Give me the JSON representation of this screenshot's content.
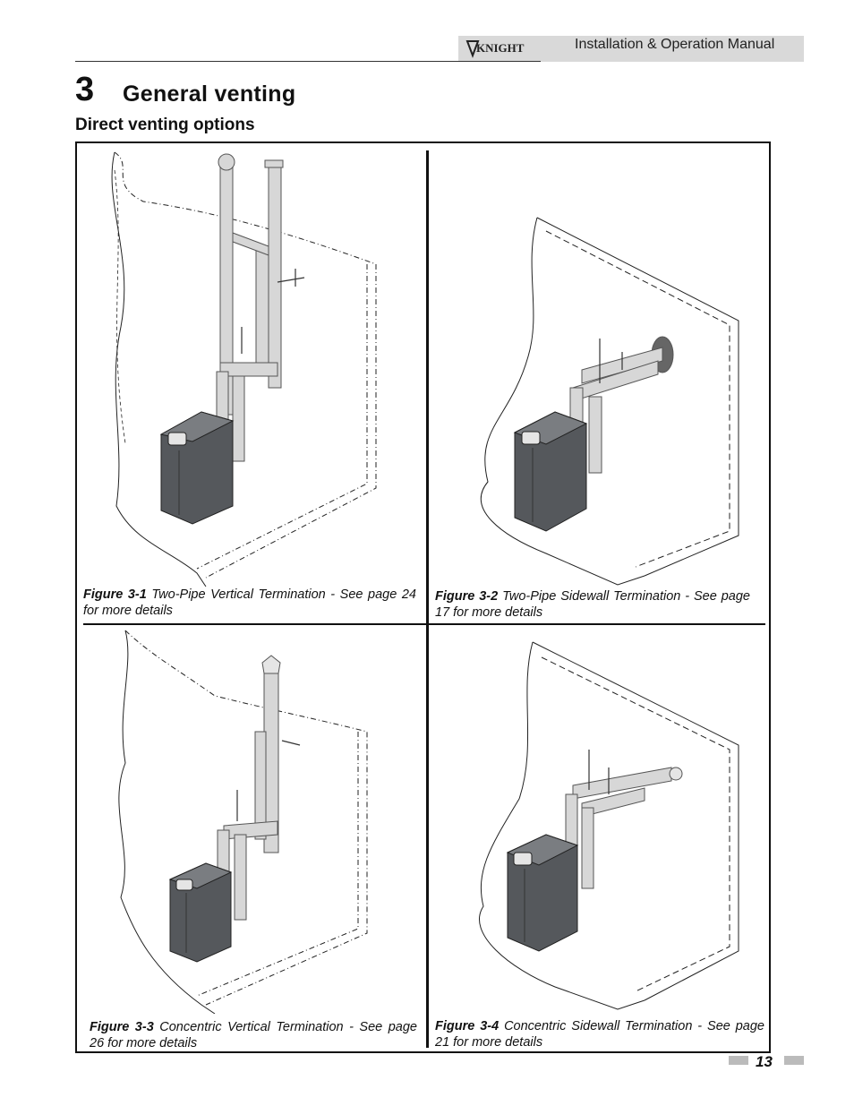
{
  "header": {
    "brand": "KNIGHT",
    "manual_title": "Installation & Operation Manual"
  },
  "chapter": {
    "number": "3",
    "title": "General  venting"
  },
  "section": {
    "title": "Direct venting options"
  },
  "figures": [
    {
      "label": "Figure 3-1",
      "caption": " Two-Pipe Vertical Termination - See page 24 for more details"
    },
    {
      "label": "Figure 3-2",
      "caption": " Two-Pipe Sidewall Termination - See page 17 for more details"
    },
    {
      "label": "Figure 3-3",
      "caption": " Concentric Vertical Termination - See page 26 for more details"
    },
    {
      "label": "Figure 3-4",
      "caption": " Concentric Sidewall Termination - See page 21 for more details"
    }
  ],
  "page_number": "13",
  "colors": {
    "header_band": "#d9d9d9",
    "boiler": "#55585c",
    "boiler_top": "#7a7d81",
    "pipe": "#d7d7d7"
  }
}
